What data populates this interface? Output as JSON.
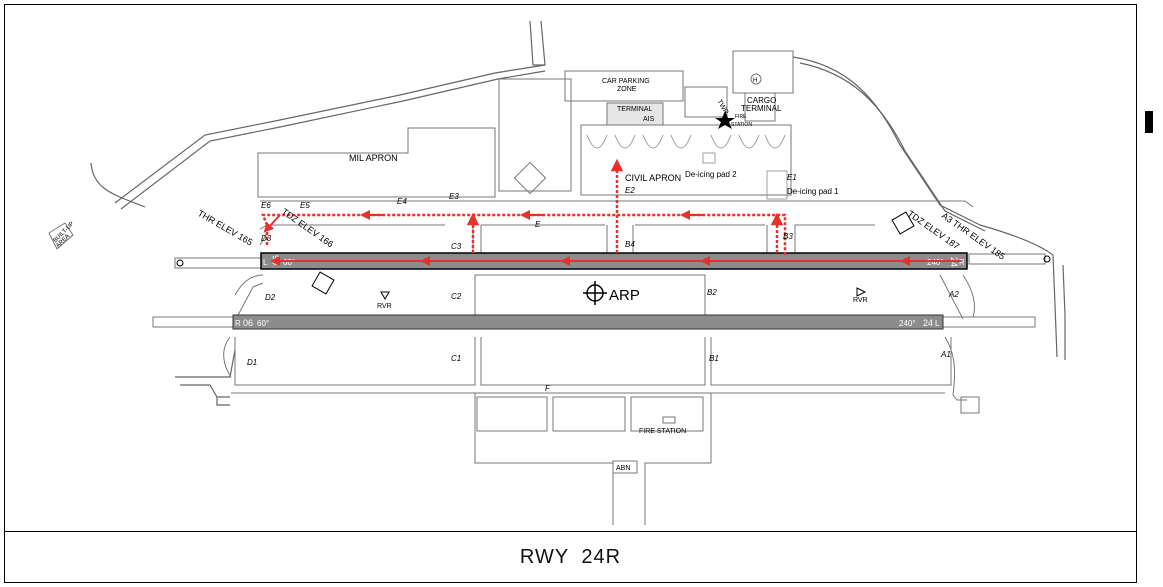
{
  "caption": "RWY 24R",
  "colors": {
    "route": "#e8302c",
    "runway": "#8c8c8c",
    "outline": "#555555"
  },
  "labels": {
    "car_parking_1": "CAR PARKING",
    "car_parking_2": "ZONE",
    "terminal": "TERMINAL",
    "ais": "AIS",
    "twr": "TWR",
    "cargo_1": "CARGO",
    "cargo_2": "TERMINAL",
    "fire_1": "FIRE",
    "fire_2": "STATION",
    "heli": "H",
    "mil_apron": "MIL APRON",
    "civil_apron": "CIVIL APRON",
    "deicing_2": "De-icing pad 2",
    "deicing_1": "De-icing pad 1",
    "built_up_1": "BUILT-UP",
    "built_up_2": "AREA",
    "thr_elev_left": "THR ELEV 165",
    "tdz_elev_left": "TDZ ELEV 166",
    "tdz_elev_right": "TDZ ELEV 187",
    "thr_elev_right": "A3 THR ELEV 185",
    "rvr_left": "RVR",
    "rvr_right": "RVR",
    "arp": "ARP",
    "fire_station": "FIRE STATION",
    "abn": "ABN",
    "rwy_north_w": "06",
    "rwy_north_w_l": "L",
    "rwy_north_e": "24",
    "rwy_north_e_l": "R",
    "rwy_south_w": "06",
    "rwy_south_w_l": "R",
    "rwy_south_e": "24",
    "rwy_south_e_l": "L",
    "hdg_west_n": "60°",
    "hdg_east_n": "240°",
    "hdg_west_s": "60°",
    "hdg_east_s": "240°"
  },
  "taxiways": {
    "e6": "E6",
    "e5": "E5",
    "e4": "E4",
    "e3": "E3",
    "e": "E",
    "e2": "E2",
    "e1": "E1",
    "d3": "D3",
    "d2": "D2",
    "d1": "D1",
    "c3": "C3",
    "c2": "C2",
    "c1": "C1",
    "b4": "B4",
    "b3": "B3",
    "b2": "B2",
    "b1": "B1",
    "a2": "A2",
    "a1": "A1",
    "f": "F"
  }
}
